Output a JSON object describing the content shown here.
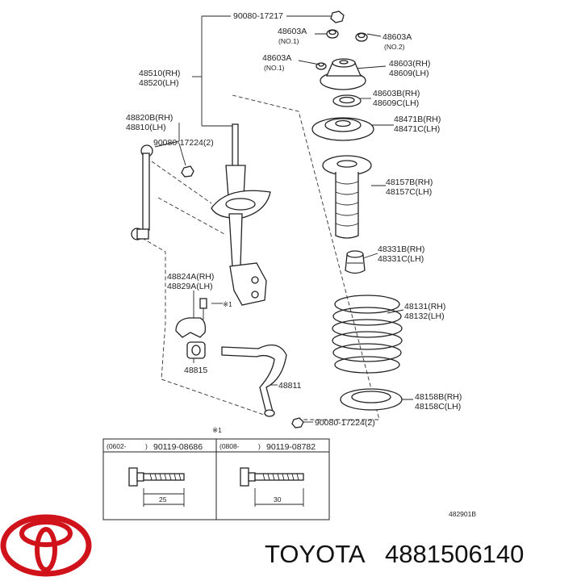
{
  "parts": {
    "nut_top": "90080-17217",
    "washer_no1_a": "48603A",
    "washer_no1_a_sub": "(NO.1)",
    "washer_no2": "48603A",
    "washer_no2_sub": "(NO.2)",
    "washer_no1_b": "48603A",
    "washer_no1_b_sub": "(NO.1)",
    "support_rh": "48603(RH)",
    "support_lh": "48609(LH)",
    "bearing_rh": "48603B(RH)",
    "bearing_lh": "48609C(LH)",
    "upper_seat_rh": "48471B(RH)",
    "upper_seat_lh": "48471C(LH)",
    "shock_rh": "48510(RH)",
    "shock_lh": "48520(LH)",
    "link_rh": "48820B(RH)",
    "link_lh": "48810(LH)",
    "link_nut": "90080-17224(2)",
    "boot_rh": "48157B(RH)",
    "boot_lh": "48157C(LH)",
    "bumper_rh": "48331B(RH)",
    "bumper_lh": "48331C(LH)",
    "bracket_rh": "48824A(RH)",
    "bracket_lh": "48829A(LH)",
    "bolt_ref": "※1",
    "spring_rh": "48131(RH)",
    "spring_lh": "48132(LH)",
    "bushing": "48815",
    "stabilizer": "48811",
    "lower_seat_rh": "48158B(RH)",
    "lower_seat_lh": "48158C(LH)",
    "lower_nut": "90080-17224(2)"
  },
  "bolt_table": {
    "ref_mark": "※1",
    "left_date": "(0602-",
    "left_bracket": ")",
    "left_part": "90119-08686",
    "left_length": "25",
    "right_date": "(0808-",
    "right_bracket": ")",
    "right_part": "90119-08782",
    "right_length": "30"
  },
  "diagram_code": "482901B",
  "footer": {
    "brand": "TOYOTA",
    "part_number": "4881506140",
    "logo_color": "#d0121b"
  }
}
